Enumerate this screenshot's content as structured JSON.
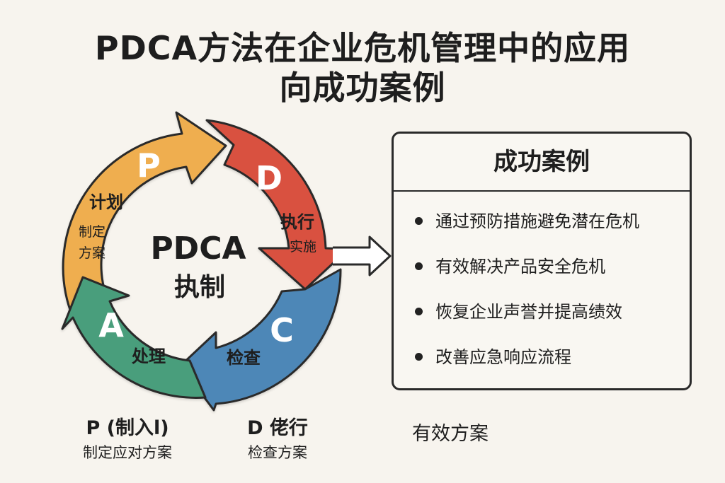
{
  "title": {
    "line1": "PDCA方法在企业危机管理中的应用",
    "line2": "向成功案例"
  },
  "cycle": {
    "center_title": "PDCA",
    "center_subtitle": "执制",
    "stages": [
      {
        "letter": "P",
        "label": "计划",
        "sublabel_1": "制定",
        "sublabel_2": "方案",
        "color": "#efae4f"
      },
      {
        "letter": "D",
        "label": "执行",
        "sublabel_1": "实施",
        "color": "#d95140"
      },
      {
        "letter": "C",
        "label": "检查",
        "color": "#4e87b7"
      },
      {
        "letter": "A",
        "label": "处理",
        "color": "#4a9e7b"
      }
    ]
  },
  "case_box": {
    "title": "成功案例",
    "items": [
      "通过预防措施避免潜在危机",
      "有效解决产品安全危机",
      "恢复企业声誉并提高绩效",
      "改善应急响应流程"
    ]
  },
  "captions": {
    "p": {
      "main": "P (制入l)",
      "sub": "制定应对方案"
    },
    "d": {
      "main": "D 佬行",
      "sub": "检查方案"
    },
    "effective": "有效方案"
  }
}
